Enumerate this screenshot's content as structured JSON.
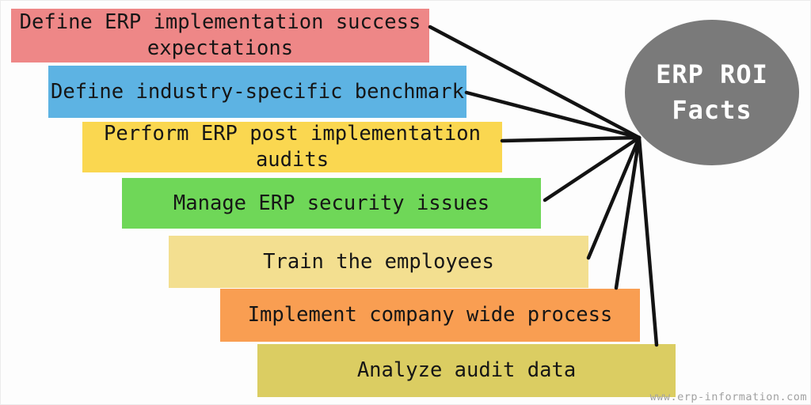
{
  "page": {
    "background": "#fdfdfd",
    "text_color": "#161616"
  },
  "hub": {
    "line1": "ERP ROI",
    "line2": "Facts",
    "color": "#7a7a7a",
    "text_color": "#ffffff"
  },
  "steps": [
    {
      "label": "Define ERP implementation success expectations",
      "color": "#ee8787"
    },
    {
      "label": "Define industry-specific benchmark",
      "color": "#5db3e3"
    },
    {
      "label": "Perform ERP post implementation audits",
      "color": "#fad750"
    },
    {
      "label": "Manage ERP security issues",
      "color": "#6fd758"
    },
    {
      "label": "Train the employees",
      "color": "#f3df90"
    },
    {
      "label": "Implement company wide process",
      "color": "#f99e52"
    },
    {
      "label": "Analyze audit data",
      "color": "#dbcd62"
    }
  ],
  "connectors": {
    "color": "#131313"
  },
  "watermark": {
    "text": "www.erp-information.com",
    "color": "#a1a1a1"
  }
}
